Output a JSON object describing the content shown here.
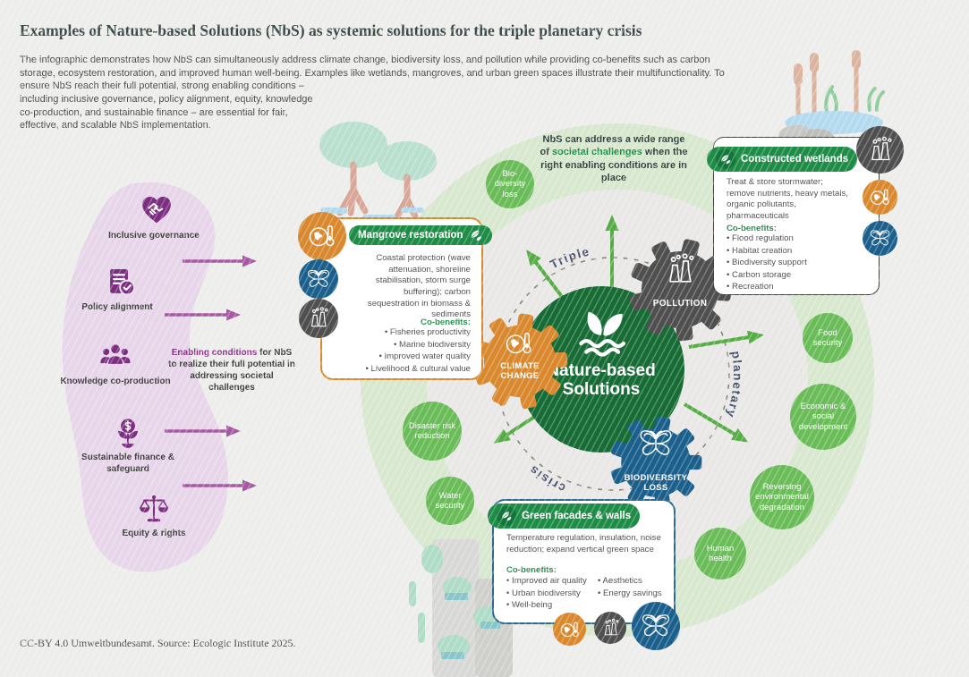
{
  "page": {
    "title": "Examples of Nature-based Solutions (NbS) as systemic solutions for the triple planetary crisis",
    "intro_part1": "The infographic demonstrates how NbS can simultaneously address climate change, biodiversity loss, and pollution while providing co-benefits such as carbon storage, ecosystem restoration, and improved human well-being. Examples like wetlands, mangroves, and urban green spaces illustrate their multifunctionality. To ensure NbS reach their full potential, strong enabling conditions –",
    "intro_part2": "including inclusive governance, policy alignment, equity, knowledge co-production, and sustainable finance – are essential for fair, effective, and scalable NbS implementation.",
    "footer": "CC-BY 4.0 Umweltbundesamt. Source: Ecologic Institute 2025."
  },
  "enabling": {
    "note_bold": "Enabling conditions",
    "note_rest": "for NbS to realize their full potential in addressing societal challenges",
    "items": [
      {
        "label": "Inclusive governance",
        "icon": "handshake-heart-icon"
      },
      {
        "label": "Policy alignment",
        "icon": "policy-check-icon"
      },
      {
        "label": "Knowledge co-production",
        "icon": "people-group-icon"
      },
      {
        "label": "Sustainable finance & safeguard",
        "icon": "finance-sprout-icon"
      },
      {
        "label": "Equity & rights",
        "icon": "scales-icon"
      }
    ]
  },
  "hub": {
    "label": "Nature-based Solutions",
    "ring_words": [
      "Triple",
      "planetary",
      "crisis"
    ],
    "message_pre": "NbS can address a wide range of ",
    "message_highlight": "societal challenges",
    "message_post": " when the right enabling conditions are in place"
  },
  "gears": [
    {
      "label": "CLIMATE CHANGE",
      "icon": "globe-thermometer-icon",
      "color": "#d9882e"
    },
    {
      "label": "POLLUTION",
      "icon": "factory-icon",
      "color": "#4f4f4f"
    },
    {
      "label": "BIODIVERSITY LOSS",
      "icon": "butterfly-icon",
      "color": "#1b5f8c"
    }
  ],
  "challenges": [
    "Bio-diversity loss",
    "Food security",
    "Economic & social development",
    "Reversing environmental degradation",
    "Human health",
    "Disaster risk reduction",
    "Water security"
  ],
  "solutions": [
    {
      "title": "Mangrove restoration",
      "description": "Coastal protection (wave attenuation, shoreline stabilisation, storm surge buffering); carbon sequestration in biomass & sediments",
      "co_benefits_label": "Co-benefits:",
      "co_benefits": [
        "Fisheries productivity",
        "Marine biodiversity",
        "Improved water quality",
        "Livelihood & cultural value"
      ]
    },
    {
      "title": "Constructed wetlands",
      "description": "Treat & store stormwater; remove nutrients, heavy metals, organic pollutants, pharmaceuticals",
      "co_benefits_label": "Co-benefits:",
      "co_benefits": [
        "Flood regulation",
        "Habitat creation",
        "Biodiversity support",
        "Carbon storage",
        "Recreation"
      ]
    },
    {
      "title": "Green facades & walls",
      "description": "Temperature regulation, insulation, noise reduction; expand vertical green space",
      "co_benefits_label": "Co-benefits:",
      "co_benefits": [
        "Improved air quality",
        "Urban biodiversity",
        "Well-being",
        "Aesthetics",
        "Energy savings"
      ]
    }
  ],
  "colors": {
    "hub_green": "#176b35",
    "pill_green": "#1e8c46",
    "challenge_green": "#69bc58",
    "band_green": "#d8e8cf",
    "climate_orange": "#d9882e",
    "pollution_gray": "#4f4f4f",
    "biodiversity_blue": "#1b5f8c",
    "purple": "#7b2d80",
    "purple_light": "#e7d6e9",
    "arrow_purple": "#a658a2",
    "arrow_green": "#56ad45"
  }
}
